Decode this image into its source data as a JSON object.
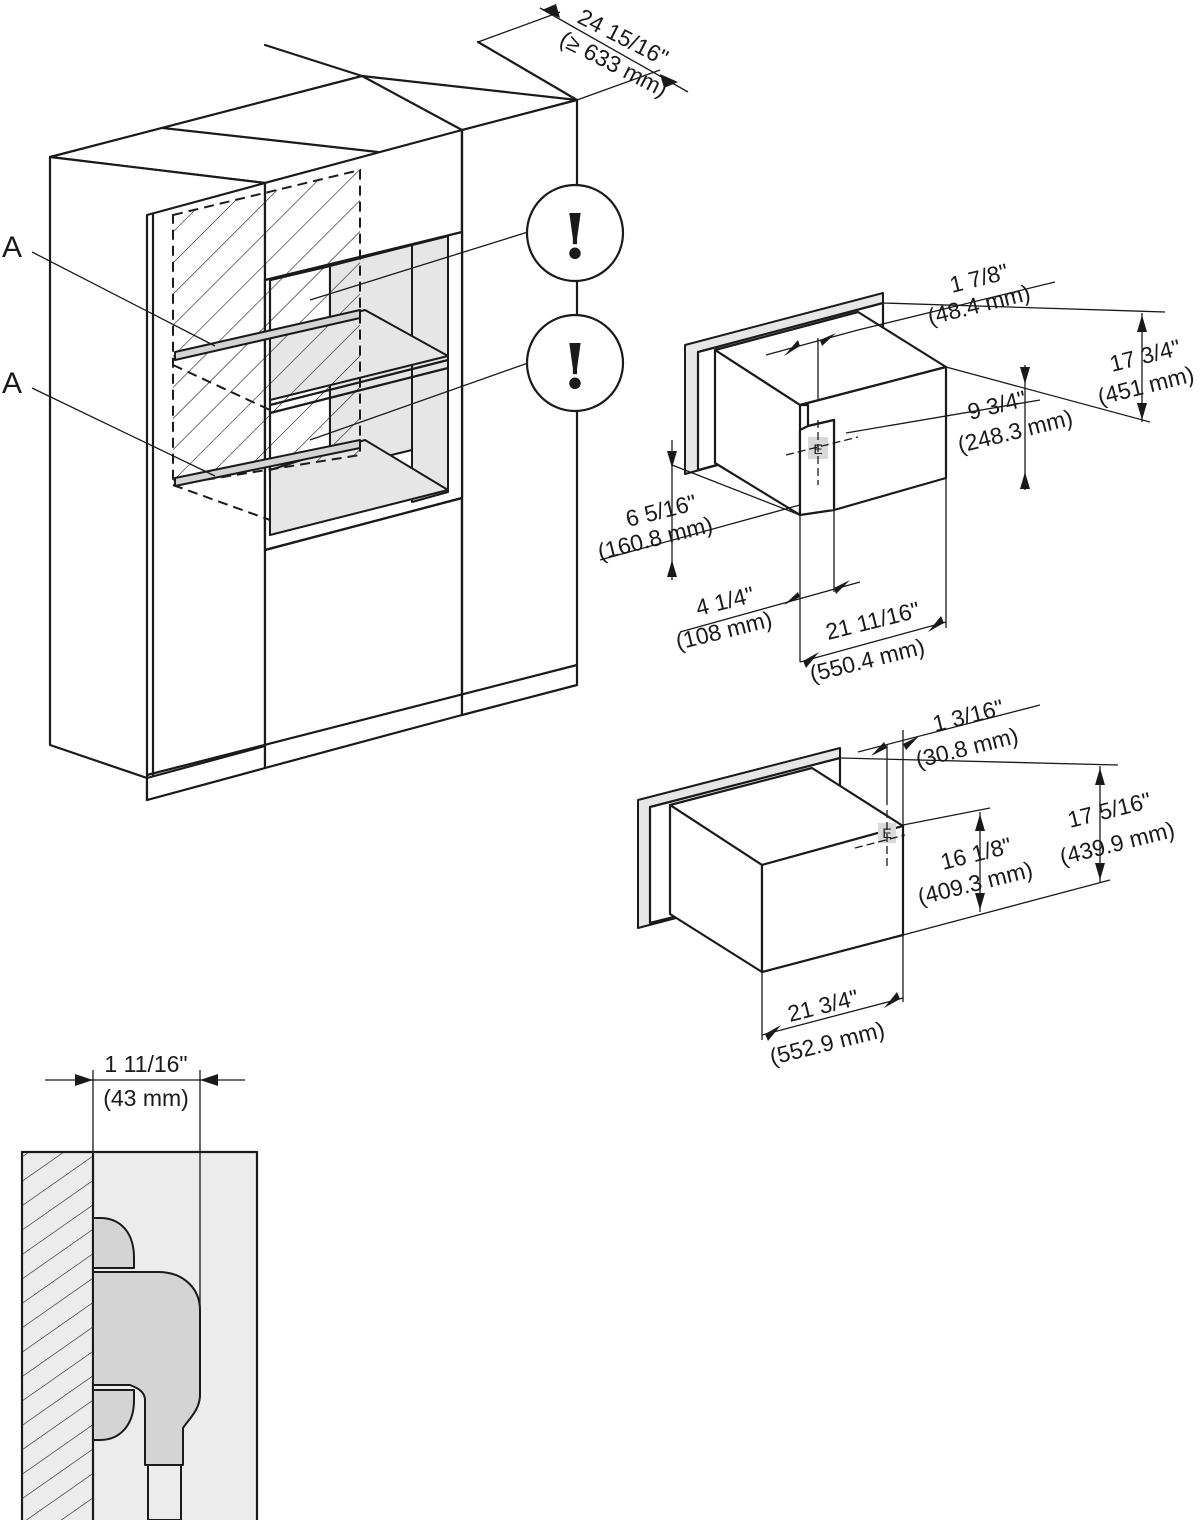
{
  "labels": {
    "rack_label_a": "A",
    "caution_symbol": "!",
    "electrical_marker": "E"
  },
  "cabinet": {
    "depth_in": "24 15/16\"",
    "depth_mm": "(≥ 633 mm)"
  },
  "oven_niche": {
    "front_offset_in": "1 7/8\"",
    "front_offset_mm": "(48.4 mm)",
    "height_in": "17 3/4\"",
    "height_mm": "(451 mm)",
    "socket_height_in": "9 3/4\"",
    "socket_height_mm": "(248.3 mm)",
    "bottom_in": "6 5/16\"",
    "bottom_mm": "(160.8 mm)",
    "socket_width_in": "4 1/4\"",
    "socket_width_mm": "(108 mm)",
    "depth_in": "21 11/16\"",
    "depth_mm": "(550.4 mm)"
  },
  "drawer_niche": {
    "front_offset_in": "1 3/16\"",
    "front_offset_mm": "(30.8 mm)",
    "height_in": "17 5/16\"",
    "height_mm": "(439.9 mm)",
    "socket_height_in": "16 1/8\"",
    "socket_height_mm": "(409.3 mm)",
    "depth_in": "21 3/4\"",
    "depth_mm": "(552.9 mm)"
  },
  "plug_detail": {
    "clearance_in": "1 11/16\"",
    "clearance_mm": "(43 mm)"
  }
}
